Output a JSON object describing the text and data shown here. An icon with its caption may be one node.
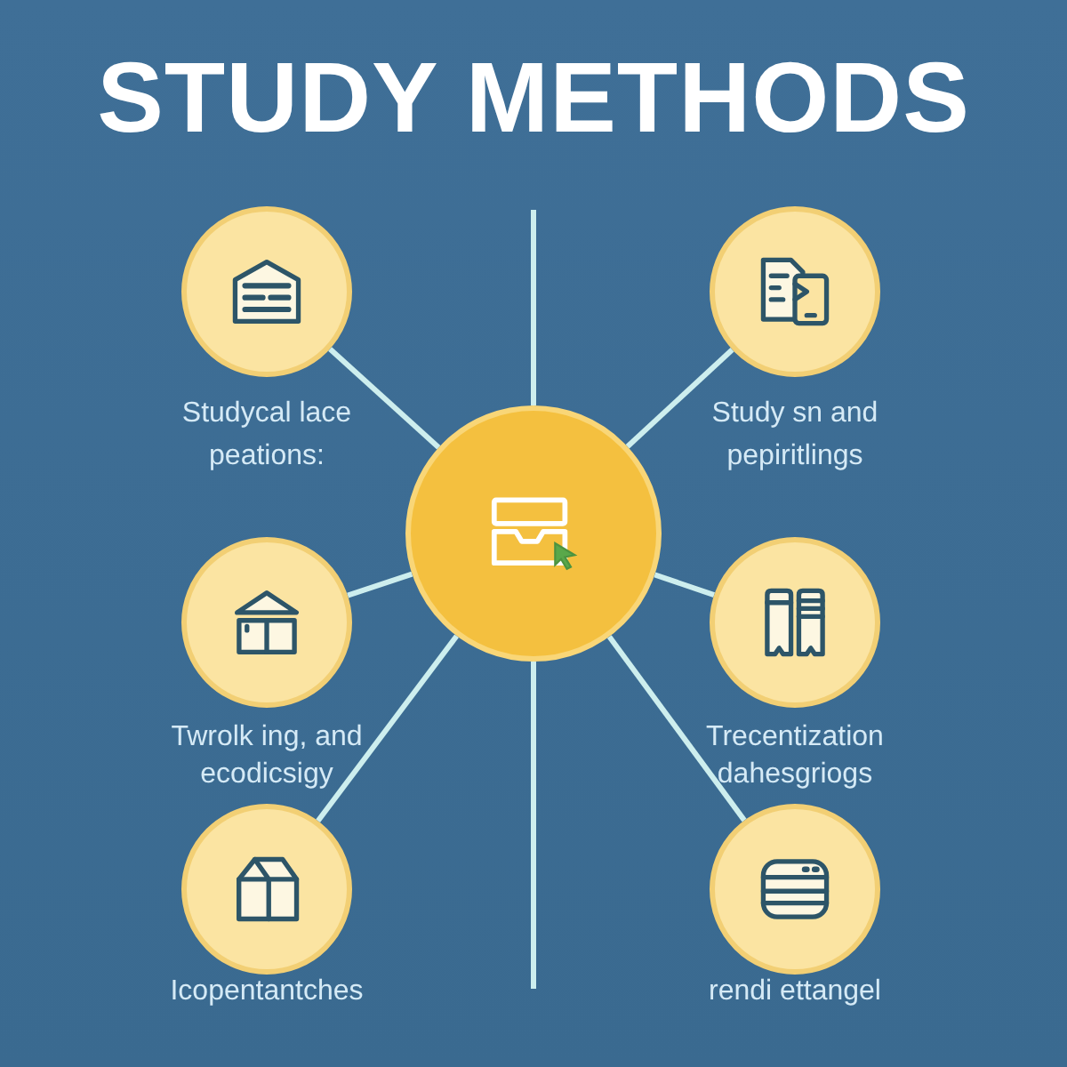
{
  "diagram": {
    "title": "STUDY METHODS",
    "nodes": [
      {
        "text": [],
        "shape": "circle",
        "beside": [
          "Studycal lace peations:"
        ]
      },
      {
        "text": [],
        "shape": "circle",
        "beside": [
          "Study sn and pepiritlings"
        ]
      },
      {
        "text": [],
        "shape": "circle"
      },
      {
        "text": [],
        "shape": "circle",
        "beside": [
          "Twrolk ing, and ecodicsigy"
        ]
      },
      {
        "text": [],
        "shape": "circle",
        "beside": [
          "Trecentization dahesgriogs"
        ]
      },
      {
        "text": [],
        "shape": "circle",
        "beside": [
          "Icopentantches"
        ]
      },
      {
        "text": [],
        "shape": "circle",
        "beside": [
          "rendi ettangel"
        ]
      }
    ],
    "edges": [
      {
        "from": 2,
        "to": 0,
        "arrow": "none"
      },
      {
        "from": 2,
        "to": 1,
        "arrow": "none"
      },
      {
        "from": 2,
        "to": 3,
        "arrow": "none"
      },
      {
        "from": 2,
        "to": 4,
        "arrow": "none"
      },
      {
        "from": 2,
        "to": 5,
        "arrow": "none"
      },
      {
        "from": 2,
        "to": 6,
        "arrow": "none"
      },
      {
        "from": 2,
        "to": null,
        "arrow": "none"
      },
      {
        "from": 2,
        "to": null,
        "arrow": "none"
      }
    ]
  }
}
